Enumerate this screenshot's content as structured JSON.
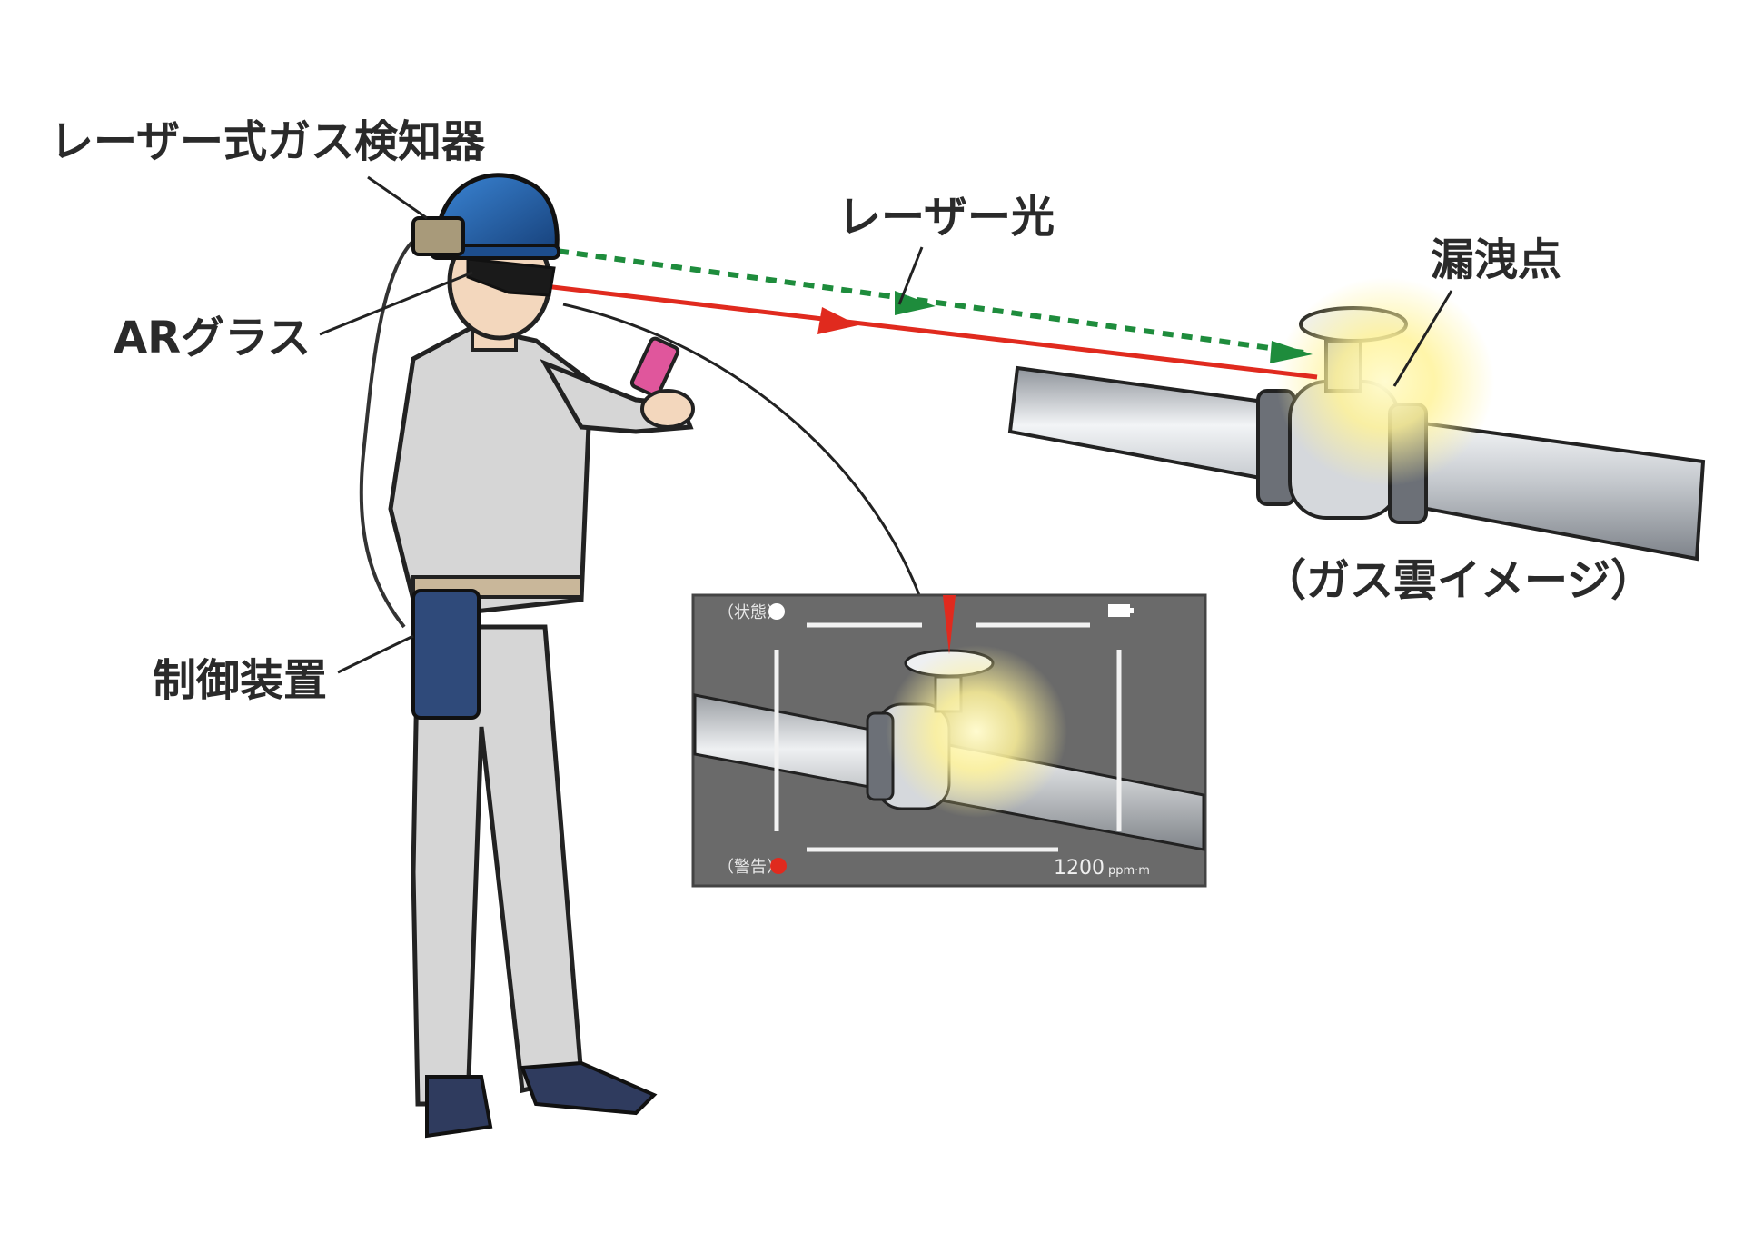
{
  "labels": {
    "laser_detector": "レーザー式ガス検知器",
    "ar_glasses": "ARグラス",
    "laser_light": "レーザー光",
    "leak_point": "漏洩点",
    "control_unit": "制御装置",
    "gas_cloud_image": "（ガス雲イメージ）"
  },
  "hud": {
    "status_label": "（状態）",
    "warning_label": "（警告）",
    "concentration_value": "1200",
    "concentration_unit": "ppm·m"
  },
  "colors": {
    "laser_red": "#e02a1e",
    "laser_green": "#1e8c3c",
    "helmet_blue": "#1f5fa8",
    "uniform_gray": "#d6d6d6",
    "pipe_silver": "#c9cdd2",
    "gas_glow": "#fff7a0",
    "hud_bg": "#6a6a6a",
    "warning_dot": "#e02a1e"
  }
}
